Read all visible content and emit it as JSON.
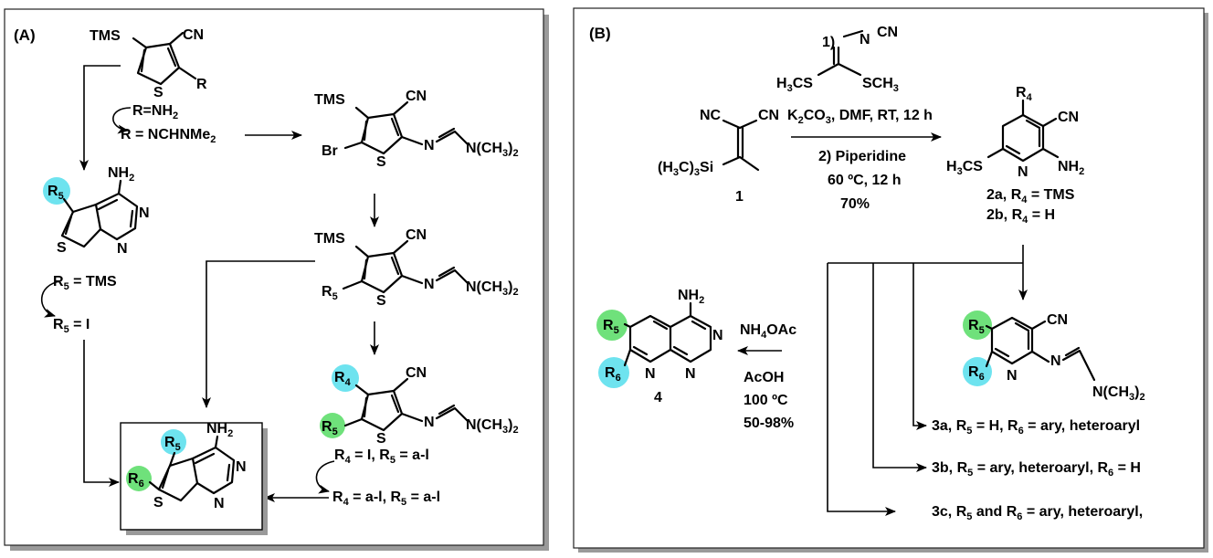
{
  "colors": {
    "cyan": "#6ee3ef",
    "green": "#6fe17b",
    "panel_border": "#222222",
    "panel_shadow": "#9a9a9a"
  },
  "panel_a": {
    "label": "(A)",
    "start_tms": "TMS",
    "start_cn": "CN",
    "start_r": "R",
    "start_s": "S",
    "cond_line1": "R=NH",
    "cond_line1_sub": "2",
    "cond_line2": "R = NCHNMe",
    "cond_line2_sub": "2",
    "amidine_tms": "TMS",
    "amidine_cn": "CN",
    "amidine_br": "Br",
    "amidine_s": "S",
    "amidine_n": "N",
    "amidine_nme": "N(CH",
    "amidine_nme_sub": "3",
    "amidine_nme_end": ")",
    "amidine_nme_sub2": "2",
    "r5_sub": "5",
    "r4_sub": "4",
    "r6_sub": "6",
    "r_letter": "R",
    "pyrimidine_nh2": "NH",
    "pyrimidine_nh2_sub": "2",
    "pyrimidine_n": "N",
    "cond_r5_tms": "R",
    "cond_r5_tms_tail": " = TMS",
    "cond_r5_i_tail": " = I",
    "cond_r4_i": "R",
    "cond_r4_i_text": " = I, R",
    "cond_r4_i_end": " = a-l",
    "cond_r4_al": "R",
    "cond_r4_al_text": " = a-l, R",
    "cond_r4_al_end": " = a-l"
  },
  "panel_b": {
    "label": "(B)",
    "reagent_step1": "1)",
    "reagent_n": "N",
    "reagent_cn": "CN",
    "reagent_h3cs": "H",
    "reagent_h3cs_sub": "3",
    "reagent_h3cs_end": "CS",
    "reagent_sch3": "SCH",
    "reagent_sch3_sub": "3",
    "cond_line1_a": "K",
    "cond_line1_sub1": "2",
    "cond_line1_b": "CO",
    "cond_line1_sub2": "3",
    "cond_line1_c": ", DMF, RT, 12 h",
    "cond_line2": "2) Piperidine",
    "cond_line3": "60 ºC, 12 h",
    "cond_line4": "70%",
    "sm_nc": "NC",
    "sm_cn": "CN",
    "sm_si_a": "(H",
    "sm_si_sub": "3",
    "sm_si_b": "C)",
    "sm_si_sub2": "3",
    "sm_si_c": "Si",
    "sm_number": "1",
    "prod2_r4": "R",
    "prod2_r4_sub": "4",
    "prod2_cn": "CN",
    "prod2_h3cs": "H",
    "prod2_h3cs_sub": "3",
    "prod2_h3cs_end": "CS",
    "prod2_n": "N",
    "prod2_nh2": "NH",
    "prod2_nh2_sub": "2",
    "prod2a_a": "2a, R",
    "prod2a_sub": "4",
    "prod2a_b": " = TMS",
    "prod2b_a": "2b, R",
    "prod2b_sub": "4",
    "prod2b_b": " = H",
    "p4_nh2": "NH",
    "p4_nh2_sub": "2",
    "p4_n": "N",
    "p4_number": "4",
    "cond4_a": "NH",
    "cond4_sub": "4",
    "cond4_b": "OAc",
    "cond4_line2": "AcOH",
    "cond4_line3": "100 ºC",
    "cond4_line4": "50-98%",
    "p3_cn": "CN",
    "p3_n": "N",
    "p3_nme": "N(CH",
    "p3_nme_sub": "3",
    "p3_nme_end": ")",
    "p3_nme_sub2": "2",
    "opt_3a": {
      "a": "3a, R",
      "s1": "5",
      "b": " = H, R",
      "s2": "6",
      "c": " = ary, heteroaryl"
    },
    "opt_3b": {
      "a": "3b, R",
      "s1": "5",
      "b": " = ary, heteroaryl,  R",
      "s2": "6",
      "c": " = H"
    },
    "opt_3c": {
      "a": "3c, R",
      "s1": "5",
      "b": " and R",
      "s2": "6",
      "c": " = ary, heteroaryl,"
    }
  }
}
